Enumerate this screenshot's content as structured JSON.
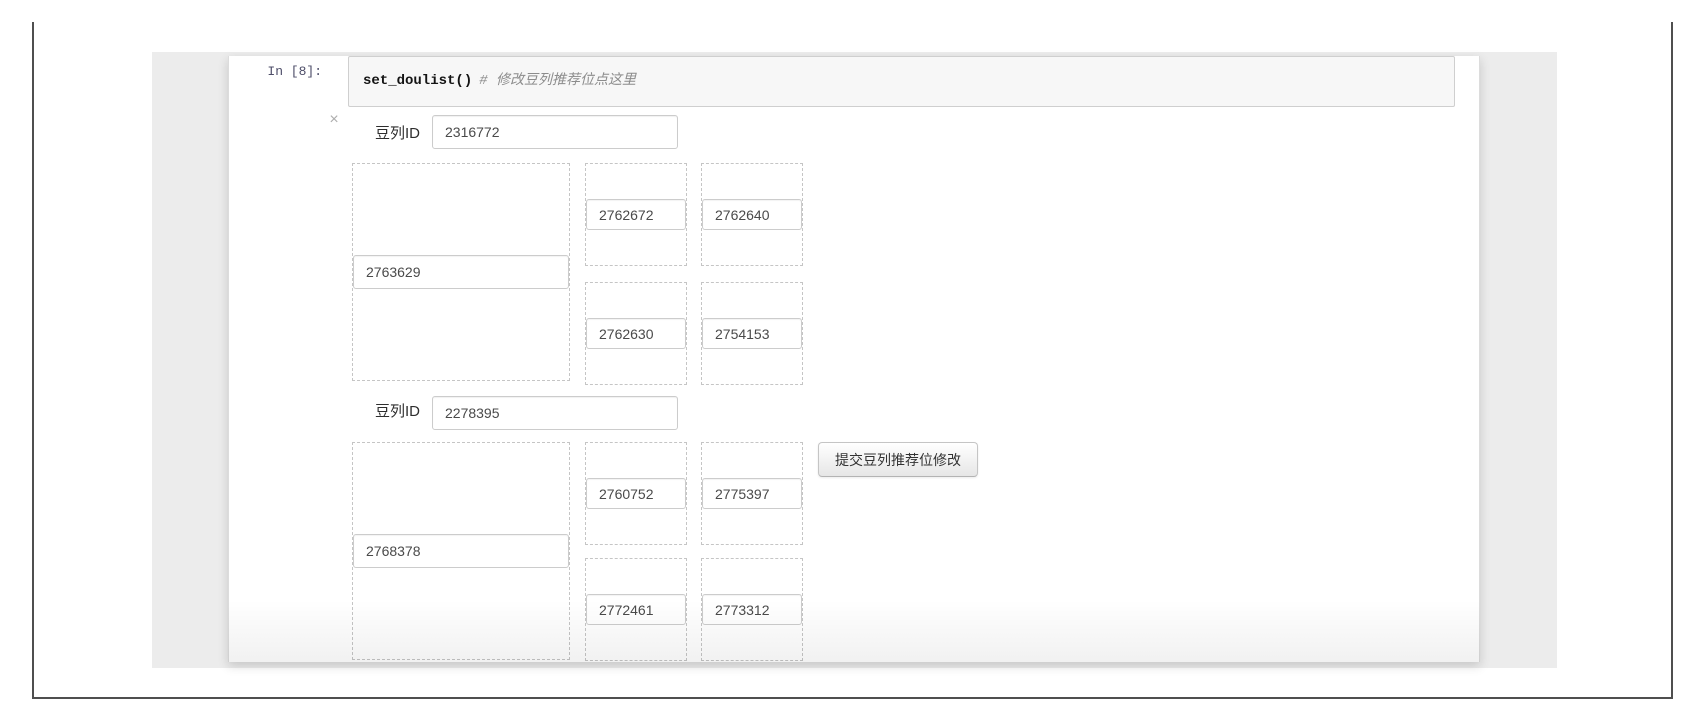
{
  "window": {
    "frame_color": "#4f4f4f",
    "page_background": "#ececec"
  },
  "notebook": {
    "cell": {
      "prompt": "In [8]:",
      "code": "set_doulist()",
      "comment": "# 修改豆列推荐位点这里"
    },
    "widget_area": {
      "close_label": "×",
      "groups": [
        {
          "id_label": "豆列ID",
          "id_value": "2316772",
          "main_slot": "2763629",
          "cols": [
            [
              "2762672",
              "2762630"
            ],
            [
              "2762640",
              "2754153"
            ]
          ]
        },
        {
          "id_label": "豆列ID",
          "id_value": "2278395",
          "main_slot": "2768378",
          "cols": [
            [
              "2760752",
              "2772461"
            ],
            [
              "2775397",
              "2773312"
            ]
          ]
        }
      ],
      "submit_label": "提交豆列推荐位修改"
    }
  }
}
